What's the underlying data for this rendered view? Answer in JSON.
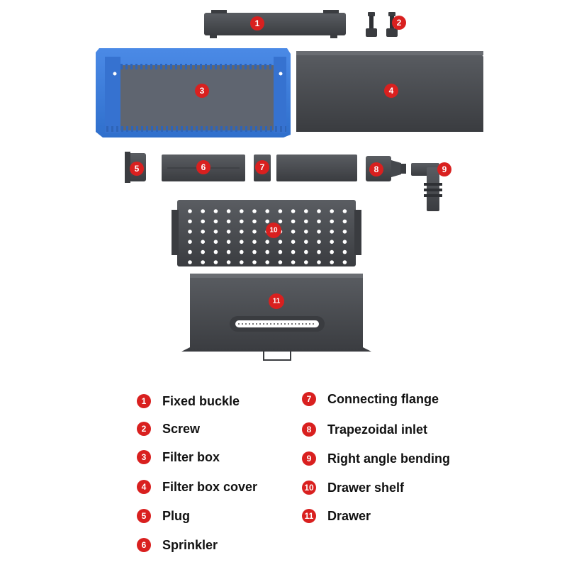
{
  "colors": {
    "badge": "#d9201f",
    "part_dark": "#4a4d52",
    "filter_box_blue": "#3f7fdd"
  },
  "parts": [
    {
      "number": "1",
      "label": "Fixed buckle"
    },
    {
      "number": "2",
      "label": "Screw"
    },
    {
      "number": "3",
      "label": "Filter box"
    },
    {
      "number": "4",
      "label": "Filter box cover"
    },
    {
      "number": "5",
      "label": "Plug"
    },
    {
      "number": "6",
      "label": "Sprinkler"
    },
    {
      "number": "7",
      "label": "Connecting flange"
    },
    {
      "number": "8",
      "label": "Trapezoidal inlet"
    },
    {
      "number": "9",
      "label": "Right angle bending"
    },
    {
      "number": "10",
      "label": "Drawer shelf"
    },
    {
      "number": "11",
      "label": "Drawer"
    }
  ]
}
